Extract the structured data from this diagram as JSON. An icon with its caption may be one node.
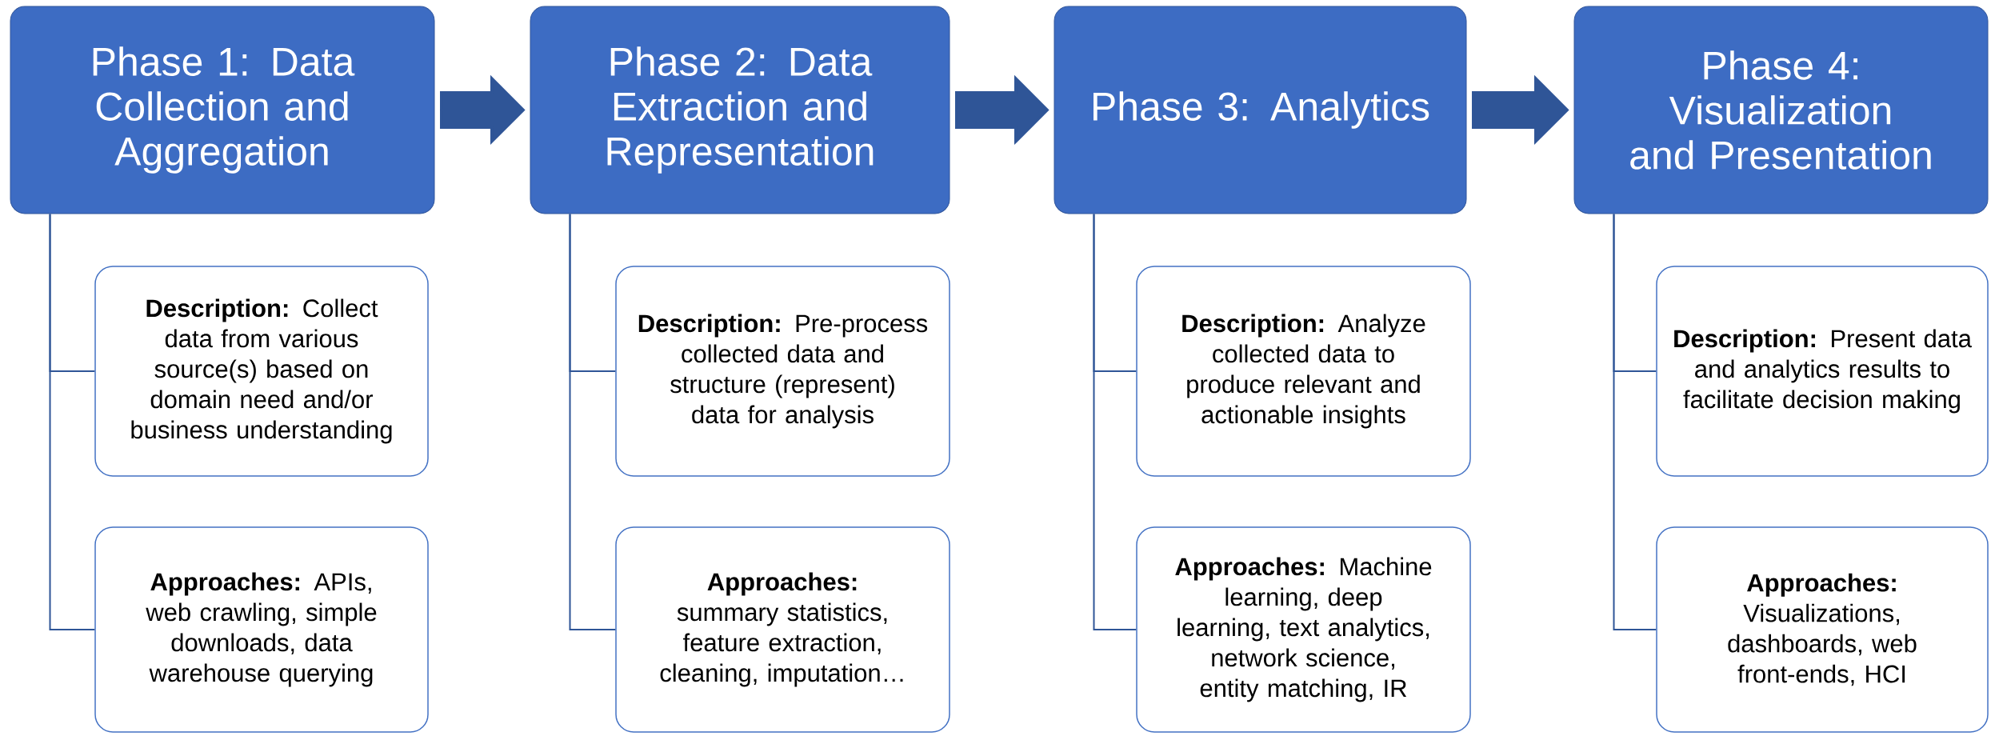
{
  "diagram": {
    "nodes": [
      {
        "text": [
          "Phase 1: Data Collection and Aggregation"
        ]
      },
      {
        "text": [
          "**Description:** Collect data from various source(s) based on domain need and/or business understanding"
        ]
      },
      {
        "text": [
          "**Approaches:** APIs, web crawling, simple downloads, data warehouse querying"
        ]
      },
      {
        "text": [
          "Phase 2: Data Extraction and Representation"
        ]
      },
      {
        "text": [
          "**Description:** Pre-process collected data and structure (represent) data for analysis"
        ]
      },
      {
        "text": [
          "**Approaches:** summary statistics, feature extraction, cleaning, imputation…"
        ]
      },
      {
        "text": [
          "Phase 3: Analytics"
        ]
      },
      {
        "text": [
          "**Description:** Analyze collected data to produce relevant and actionable insights"
        ]
      },
      {
        "text": [
          "**Approaches:** Machine learning, deep learning, text analytics, network science, entity matching, IR"
        ]
      },
      {
        "text": [
          "Phase 4: Visualization and Presentation"
        ]
      },
      {
        "text": [
          "**Description:** Present data and analytics results to facilitate decision making"
        ]
      },
      {
        "text": [
          "**Approaches:** Visualizations, dashboards, web front-ends, HCI"
        ]
      }
    ],
    "edges": [
      {
        "from": 0,
        "to": 3,
        "arrow": "to"
      },
      {
        "from": 3,
        "to": 6,
        "arrow": "to"
      },
      {
        "from": 6,
        "to": 9,
        "arrow": "to"
      },
      {
        "from": 0,
        "to": 1,
        "arrow": "none"
      },
      {
        "from": 0,
        "to": 2,
        "arrow": "none"
      },
      {
        "from": 3,
        "to": 4,
        "arrow": "none"
      },
      {
        "from": 3,
        "to": 5,
        "arrow": "none"
      },
      {
        "from": 6,
        "to": 7,
        "arrow": "none"
      },
      {
        "from": 6,
        "to": 8,
        "arrow": "none"
      },
      {
        "from": 9,
        "to": 10,
        "arrow": "none"
      },
      {
        "from": 9,
        "to": 11,
        "arrow": "none"
      }
    ]
  }
}
